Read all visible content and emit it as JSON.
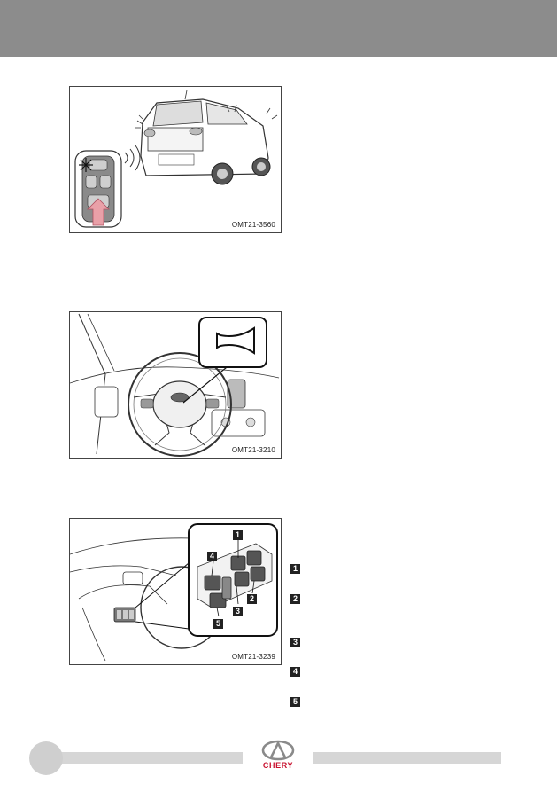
{
  "figures": [
    {
      "code": "OMT21-3560"
    },
    {
      "code": "OMT21-3210"
    },
    {
      "code": "OMT21-3239"
    }
  ],
  "callouts": [
    "1",
    "2",
    "3",
    "4",
    "5"
  ],
  "list_markers": [
    "1",
    "2",
    "3",
    "4",
    "5"
  ],
  "footer": {
    "brand": "CHERY"
  },
  "colors": {
    "header": "#8c8c8c",
    "footer_bar": "#d6d6d6",
    "brand_red": "#c8102e",
    "arrow_pink": "#e9a0a8"
  }
}
